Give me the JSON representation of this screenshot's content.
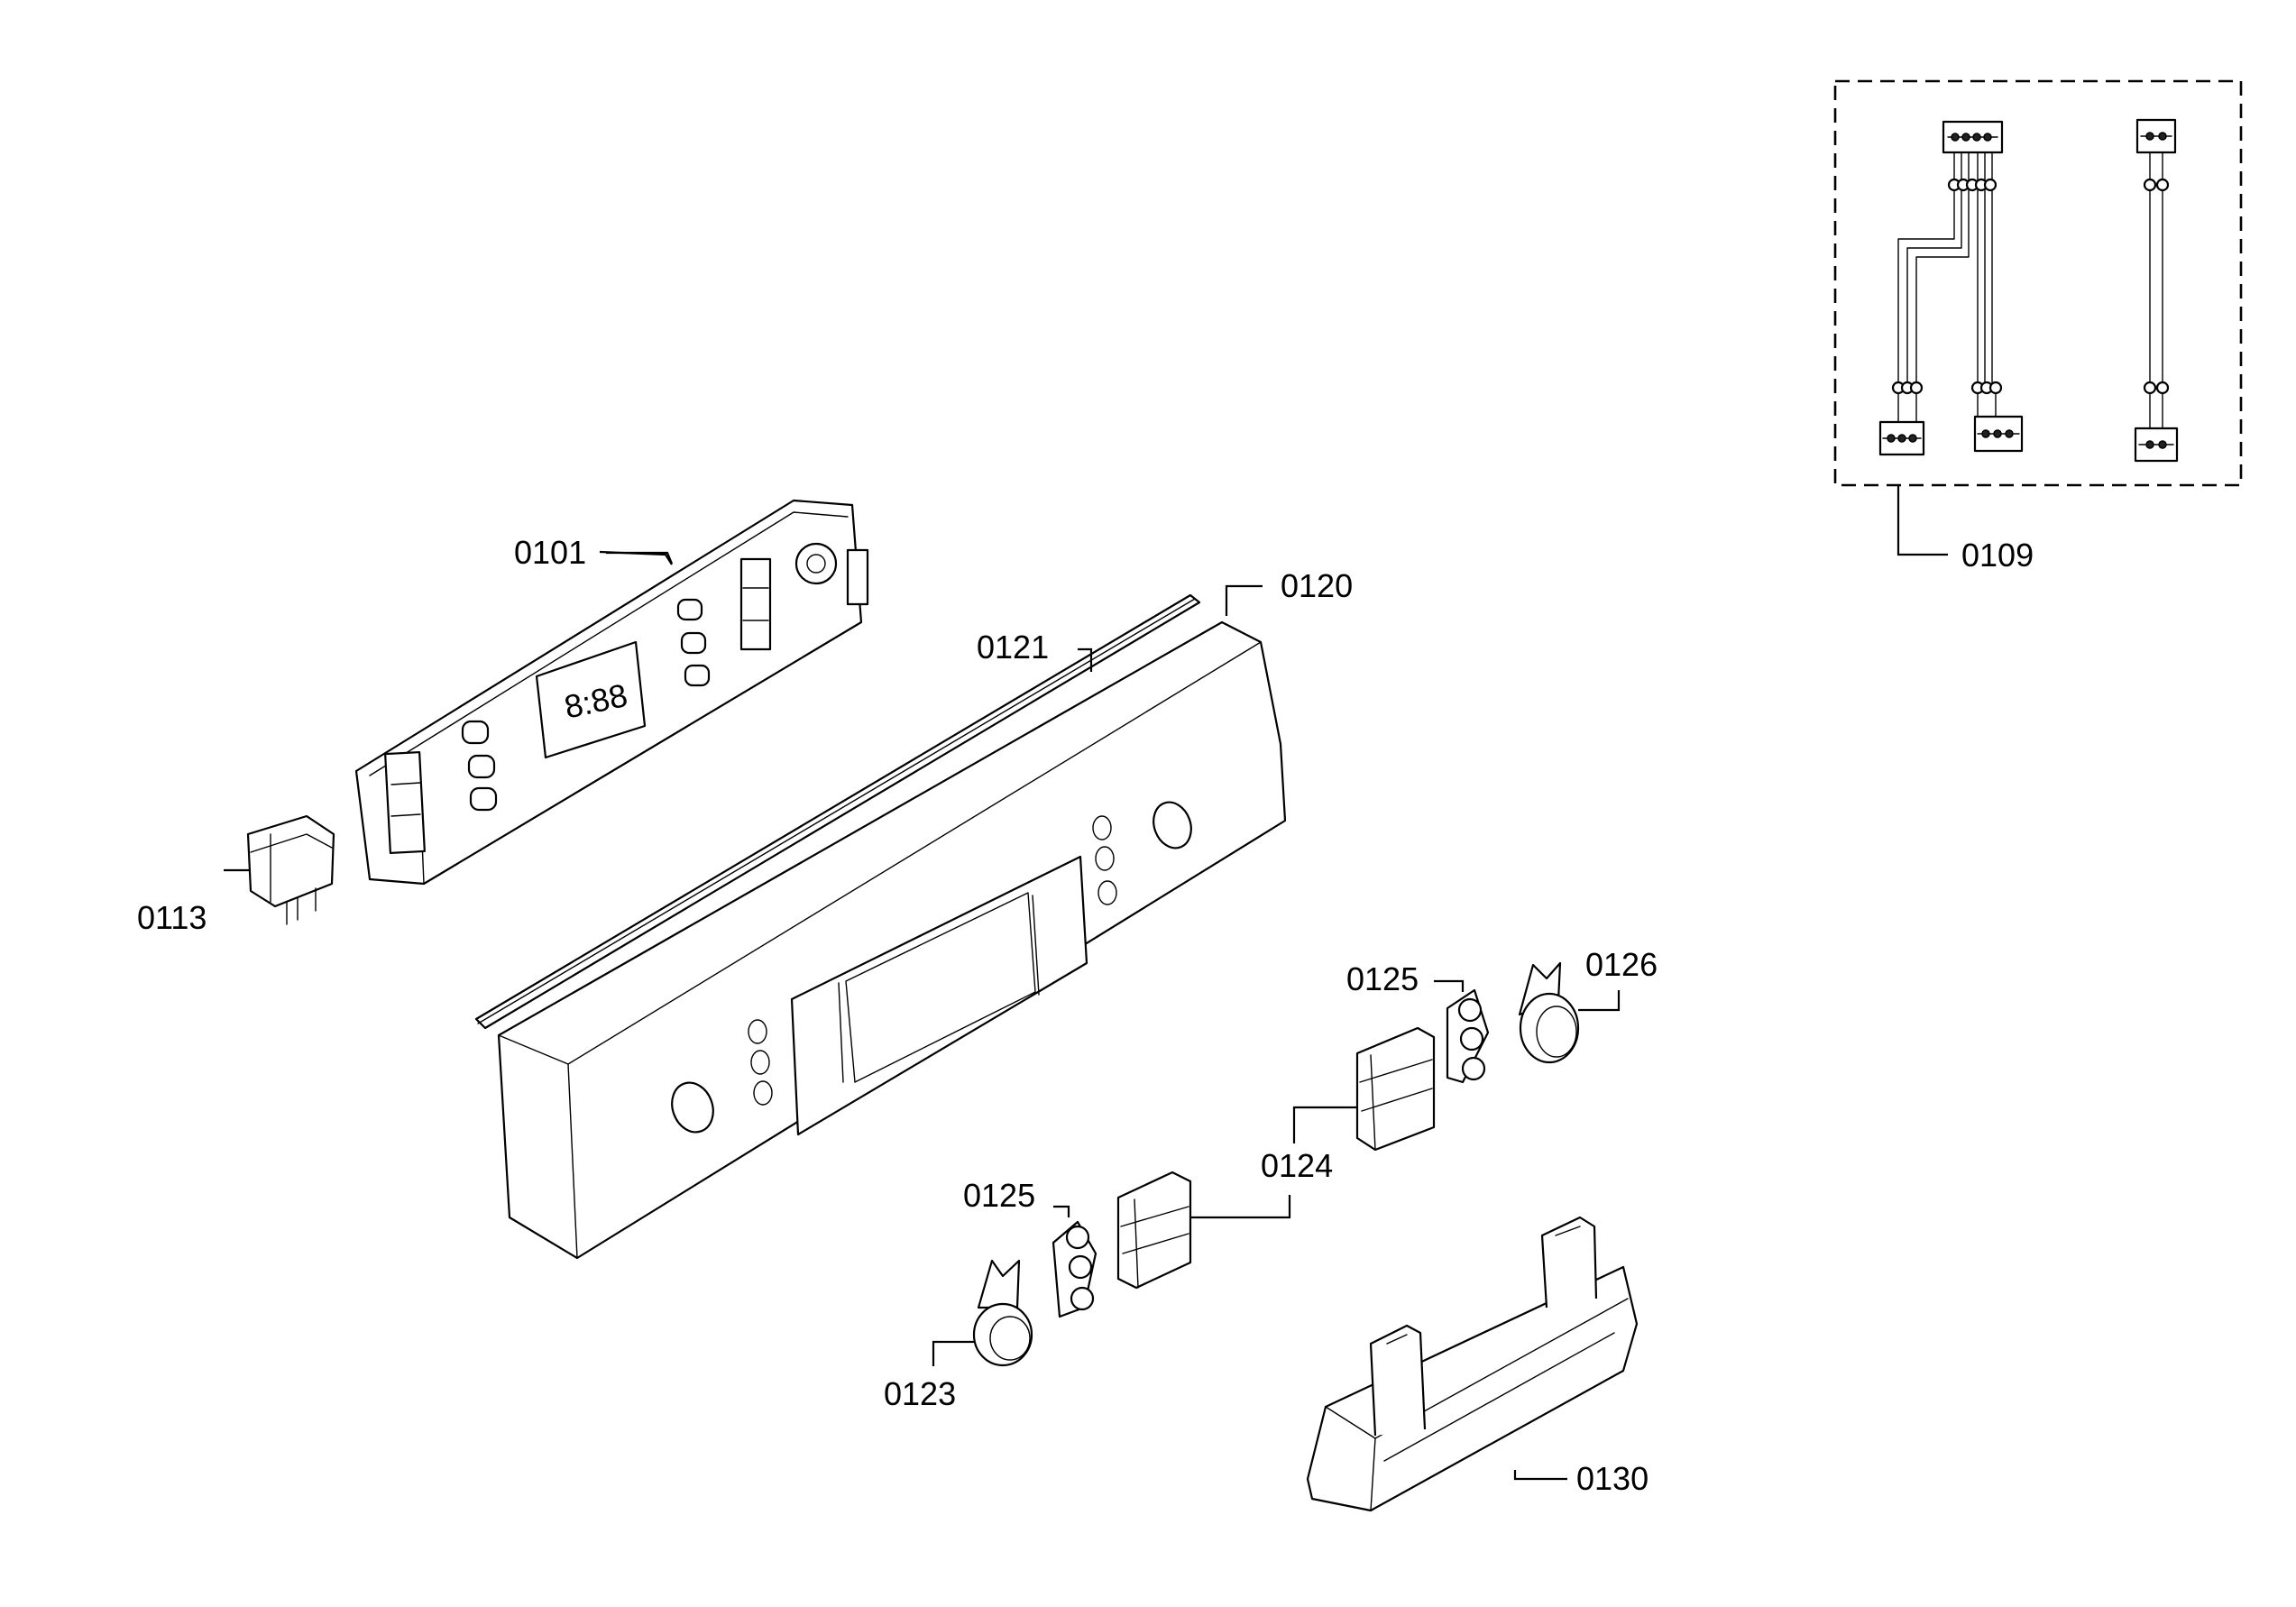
{
  "labels": {
    "p0101": "0101",
    "p0109": "0109",
    "p0113": "0113",
    "p0120": "0120",
    "p0121": "0121",
    "p0123": "0123",
    "p0124a": "0124",
    "p0124b": "0124",
    "p0125a": "0125",
    "p0125b": "0125",
    "p0126": "0126",
    "p0130": "0130"
  },
  "display_digits": "8:88",
  "colors": {
    "ink": "#000000",
    "background": "#ffffff"
  }
}
